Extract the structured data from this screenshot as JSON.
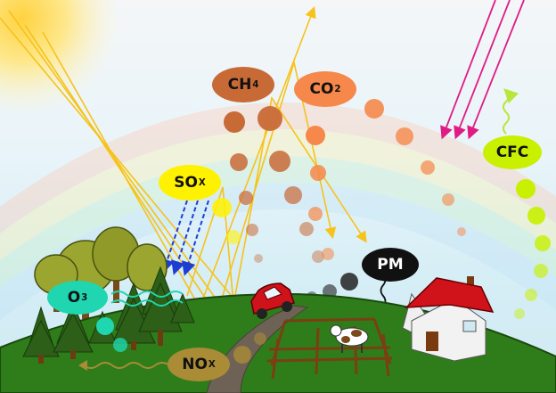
{
  "labels": {
    "ch4": {
      "main": "CH",
      "sub": "4"
    },
    "co2": {
      "main": "CO",
      "sub": "2"
    },
    "sox": {
      "main": "SO",
      "sub": "X"
    },
    "o3": {
      "main": "O",
      "sub": "3"
    },
    "nox": {
      "main": "NO",
      "sub": "X"
    },
    "pm": {
      "main": "PM",
      "sub": ""
    },
    "cfc": {
      "main": "CFC",
      "sub": ""
    }
  },
  "colors": {
    "sun": "#ffd23f",
    "sunlight_rays": "#f7c21a",
    "uv_rays": "#e01b84",
    "acid_rain": "#1d3fd1",
    "ch4": "#c86a36",
    "co2": "#f5884a",
    "sox": "#fff200",
    "o3": "#1fd6b0",
    "nox": "#a98c35",
    "pm": "#111111",
    "cfc": "#c8f000",
    "hill": "#2f7d1a",
    "house_roof": "#d0121b",
    "car": "#d0121b"
  },
  "icons": [
    "sun-icon",
    "tree-icon",
    "car-icon",
    "house-icon",
    "cow-icon",
    "fence-icon",
    "road-icon"
  ]
}
